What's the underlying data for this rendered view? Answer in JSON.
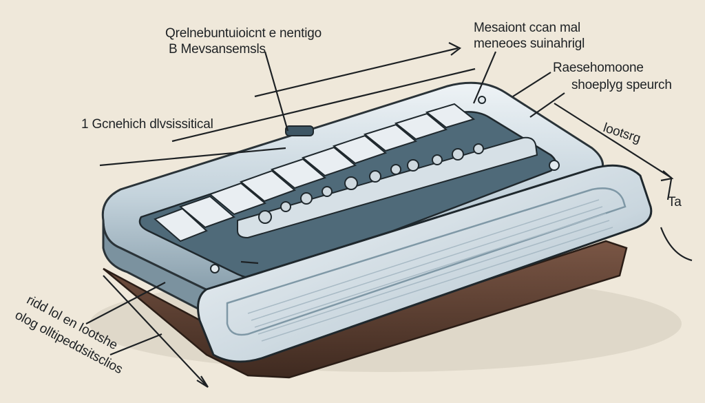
{
  "palette": {
    "background": "#efe8da",
    "ink": "#1d2124",
    "metal_light": "#e6eef3",
    "metal_mid": "#aabcc8",
    "metal_dark": "#56707f",
    "wood": "#6b4a3a",
    "wood_dark": "#3f2a20"
  },
  "labels": {
    "top_left_line1": "Qrelnebuntuioicnt e nentigo",
    "top_left_line2": "B Mevsansemsls",
    "top_right_line1": "Mesaiont ccan mal",
    "top_right_line2": "meneoes suinahrigl",
    "mid_right_line1": "Raesehomoone",
    "mid_right_line2": "shoeplyg speurch",
    "left_middle": "1 Gcnehich dlvsissitical",
    "right_vertical": "lootsrg",
    "right_small": "Ta",
    "bottom_left_line1": "ridd lol en Iootshe",
    "bottom_left_line2": "olog olltipeddsitsclios"
  }
}
